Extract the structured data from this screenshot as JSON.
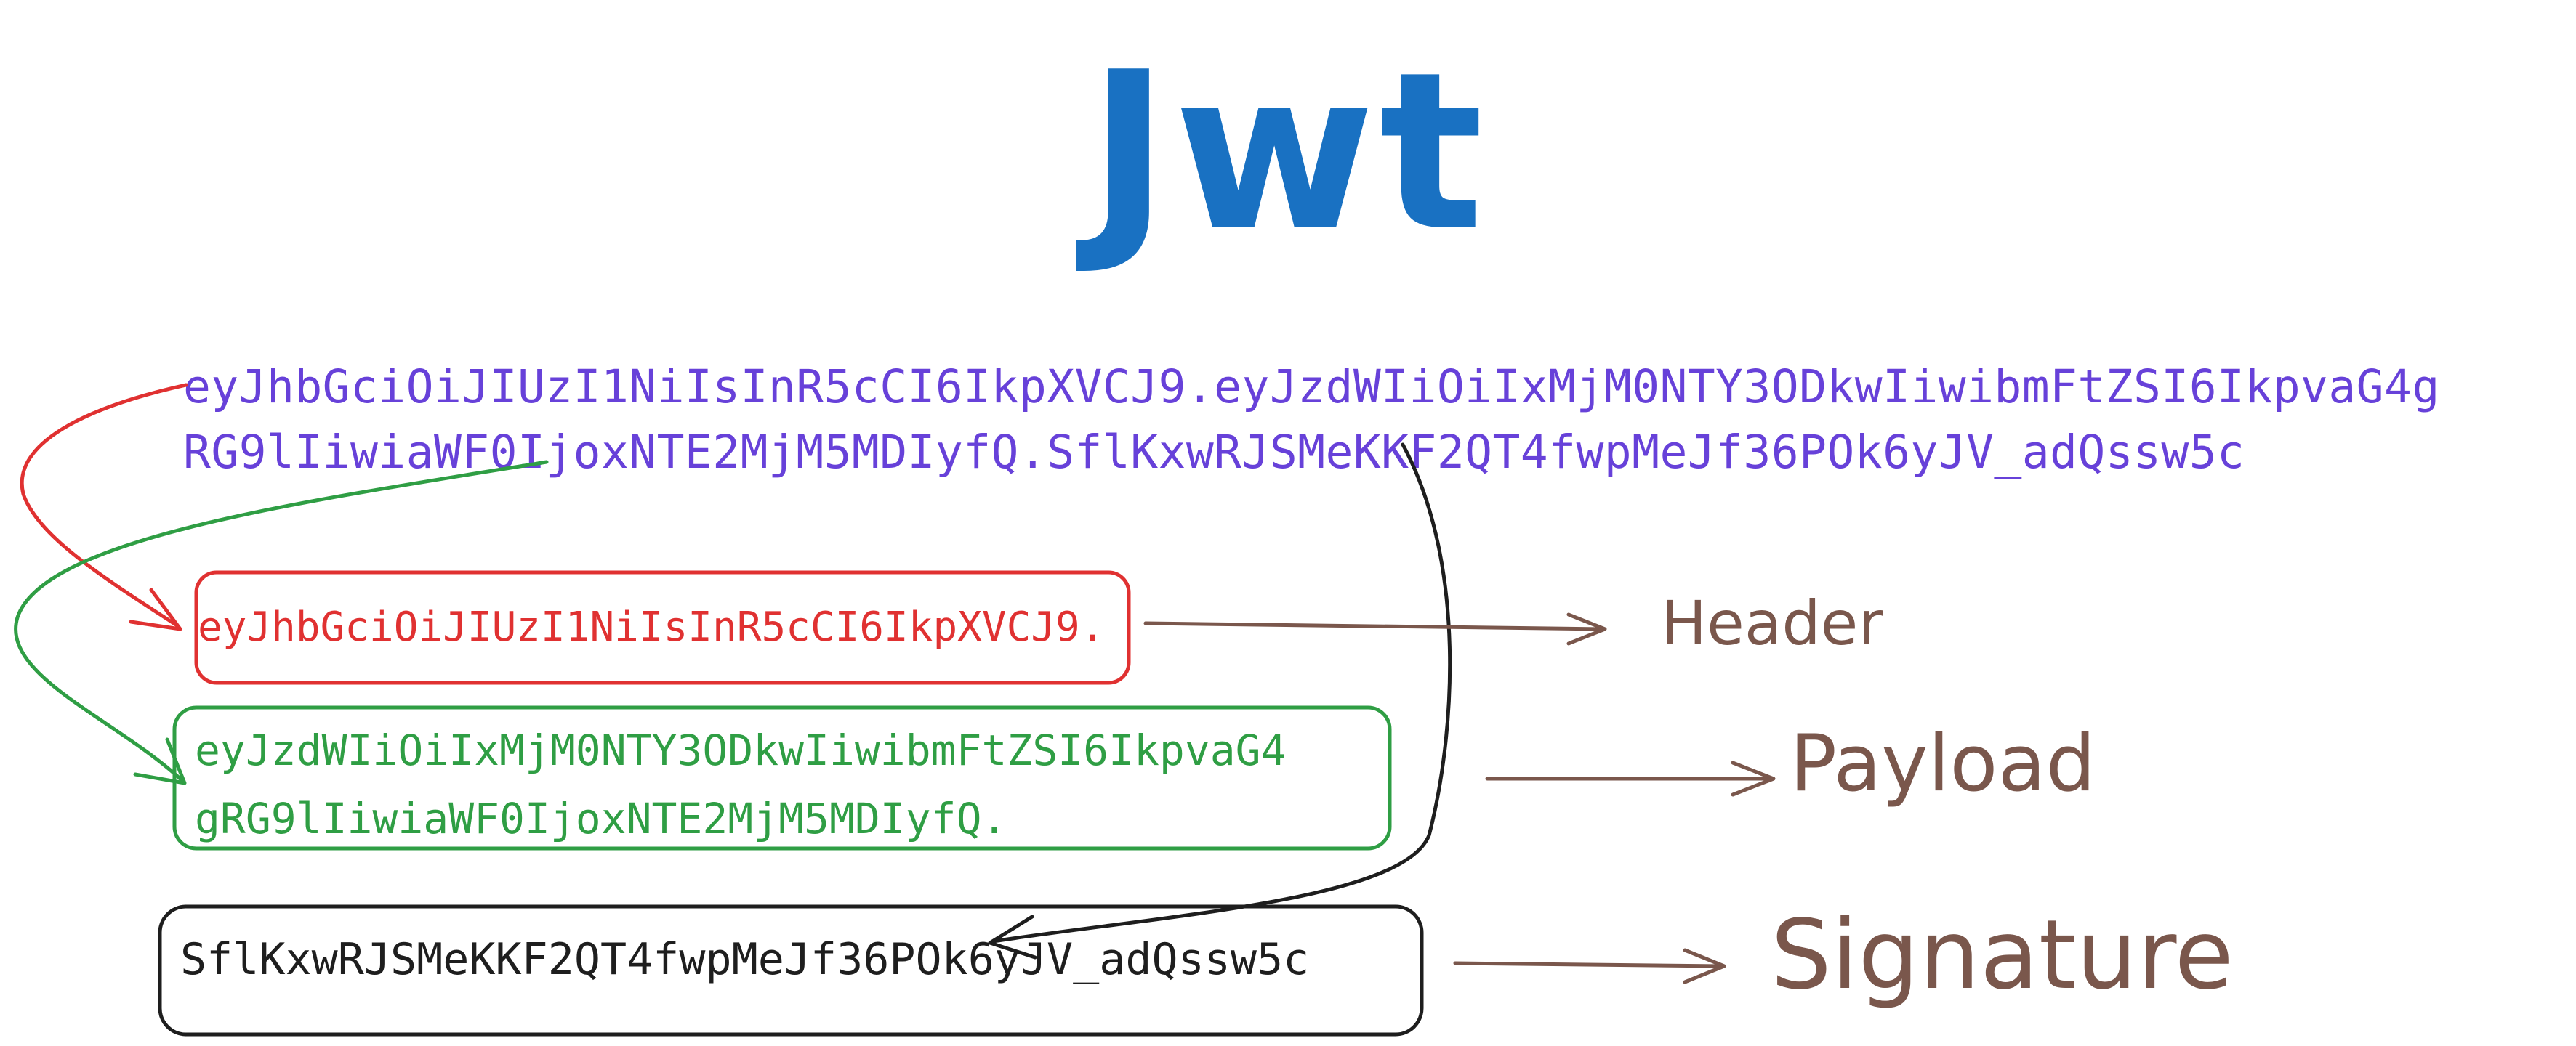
{
  "title": "Jwt",
  "token": {
    "line1": "eyJhbGciOiJIUzI1NiIsInR5cCI6IkpXVCJ9.eyJzdWIiOiIxMjM0NTY3ODkwIiwibmFtZSI6IkpvaG4g",
    "line2": "RG9lIiwiaWF0IjoxNTE2MjM5MDIyfQ.SflKxwRJSMeKKF2QT4fwpMeJf36POk6yJV_adQssw5c"
  },
  "parts": {
    "header": {
      "text": "eyJhbGciOiJIUzI1NiIsInR5cCI6IkpXVCJ9.",
      "label": "Header",
      "color": "#e03131"
    },
    "payload": {
      "line1": "eyJzdWIiOiIxMjM0NTY3ODkwIiwibmFtZSI6IkpvaG4",
      "line2": "gRG9lIiwiaWF0IjoxNTE2MjM5MDIyfQ.",
      "label": "Payload",
      "color": "#2f9e44"
    },
    "signature": {
      "text": "SflKxwRJSMeKKF2QT4fwpMeJf36POk6yJV_adQssw5c",
      "label": "Signature",
      "color": "#1e1e1e"
    }
  },
  "colors": {
    "title": "#1971c2",
    "token": "#6741d9",
    "label": "#7a574c"
  }
}
